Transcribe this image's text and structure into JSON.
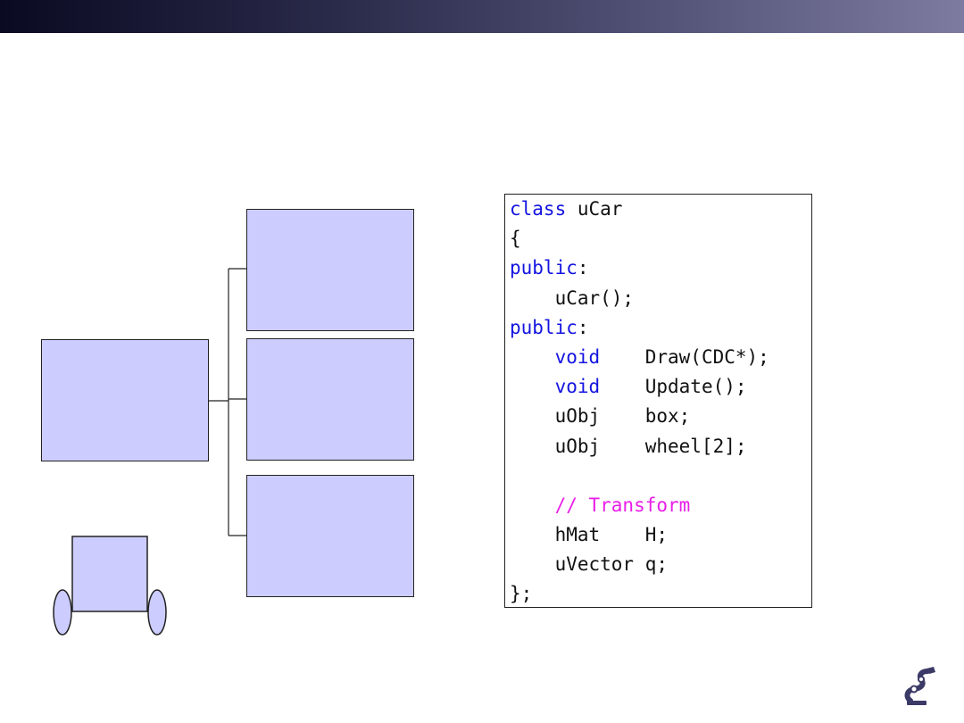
{
  "colors": {
    "node_fill": "#ccccff",
    "keyword": "#1414e0",
    "comment": "#e81ee8",
    "text": "#111111"
  },
  "code": {
    "lines": [
      [
        {
          "t": "class",
          "k": "kw"
        },
        {
          "t": " uCar",
          "k": ""
        }
      ],
      [
        {
          "t": "{",
          "k": ""
        }
      ],
      [
        {
          "t": "public",
          "k": "kw"
        },
        {
          "t": ":",
          "k": ""
        }
      ],
      [
        {
          "t": "    uCar();",
          "k": ""
        }
      ],
      [
        {
          "t": "public",
          "k": "kw"
        },
        {
          "t": ":",
          "k": ""
        }
      ],
      [
        {
          "t": "    ",
          "k": ""
        },
        {
          "t": "void",
          "k": "kw"
        },
        {
          "t": "    Draw(CDC*);",
          "k": ""
        }
      ],
      [
        {
          "t": "    ",
          "k": ""
        },
        {
          "t": "void",
          "k": "kw"
        },
        {
          "t": "    Update();",
          "k": ""
        }
      ],
      [
        {
          "t": "    uObj    box;",
          "k": ""
        }
      ],
      [
        {
          "t": "    uObj    wheel[2];",
          "k": ""
        }
      ],
      [
        {
          "t": "",
          "k": ""
        }
      ],
      [
        {
          "t": "    ",
          "k": ""
        },
        {
          "t": "// Transform",
          "k": "cm"
        }
      ],
      [
        {
          "t": "    hMat    H;",
          "k": ""
        }
      ],
      [
        {
          "t": "    uVector q;",
          "k": ""
        }
      ],
      [
        {
          "t": "};",
          "k": ""
        }
      ]
    ]
  },
  "icons": {
    "logo": "robot-arm-logo-icon"
  }
}
